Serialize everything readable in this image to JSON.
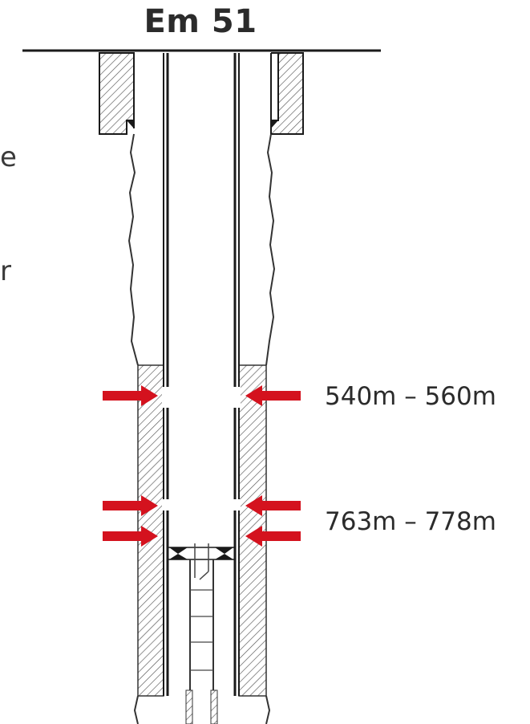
{
  "title": "Em 51",
  "edge_fragments": [
    "e",
    "r"
  ],
  "depth_labels": [
    "540m – 560m",
    "763m – 778m"
  ],
  "colors": {
    "arrow": "#d4121e",
    "line": "#1a1a1a",
    "text": "#2b2b2b"
  }
}
